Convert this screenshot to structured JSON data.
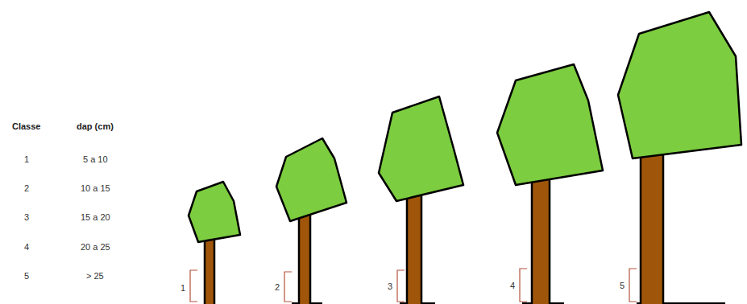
{
  "diagram": {
    "labels": [
      "Classe",
      "dap (cm)",
      "1",
      "5 a 10",
      "2",
      "10 a 15",
      "3",
      "15 a 20",
      "4",
      "20 a 25",
      "5",
      "> 25",
      "1",
      "2",
      "3",
      "4",
      "5"
    ]
  }
}
